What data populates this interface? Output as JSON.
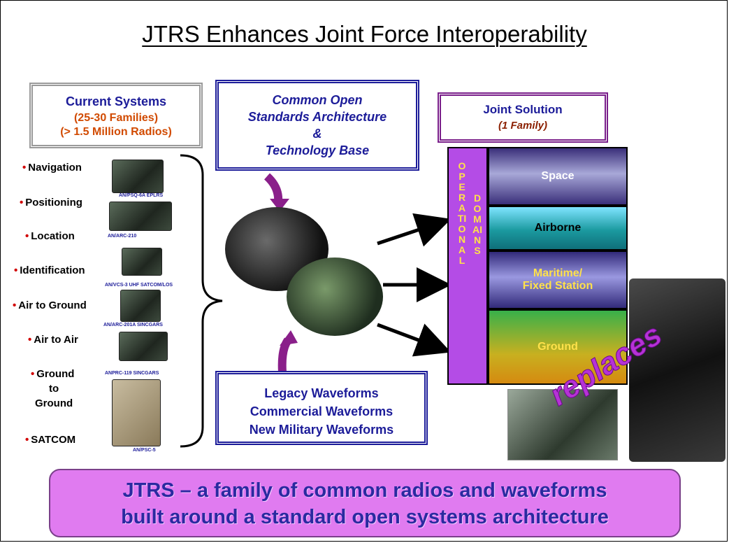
{
  "title": "JTRS Enhances Joint Force Interoperability",
  "current_systems": {
    "heading": "Current Systems",
    "line2": "(25-30 Families)",
    "line3": "(> 1.5 Million Radios)"
  },
  "system_types": [
    {
      "label": "Navigation"
    },
    {
      "label": "Positioning"
    },
    {
      "label": "Location"
    },
    {
      "label": "Identification"
    },
    {
      "label": "Air to Ground"
    },
    {
      "label": "Air to Air"
    },
    {
      "label": "Ground"
    },
    {
      "label": "to"
    },
    {
      "label": "Ground"
    },
    {
      "label": "SATCOM"
    }
  ],
  "radio_labels": [
    "AN/PSQ-6A EPLRS",
    "AN/ARC-210",
    "AN/VCS-3 UHF SATCOM/LOS",
    "AN/ARC-201A SINCGARS",
    "ANPRC-119 SINCGARS",
    "AN/PSC-5"
  ],
  "common_box": {
    "line1": "Common Open",
    "line2": "Standards Architecture",
    "line3": "&",
    "line4": "Technology Base"
  },
  "joint_box": {
    "line1": "Joint Solution",
    "line2": "(1 Family)"
  },
  "operational_text": "OPERATIONAL",
  "domains_text": "DOMAINS",
  "domains": [
    {
      "label": "Space"
    },
    {
      "label": "Airborne"
    },
    {
      "label": "Maritime/",
      "label2": "Fixed Station"
    },
    {
      "label": "Ground"
    }
  ],
  "legacy_box": {
    "line1": "Legacy Waveforms",
    "line2": "Commercial Waveforms",
    "line3": "New Military Waveforms"
  },
  "replaces": "replaces",
  "bottom_banner": {
    "line1": "JTRS – a family of common radios and waveforms",
    "line2": "built around a standard open systems architecture"
  },
  "colors": {
    "accent_blue": "#1c1c99",
    "accent_purple": "#b44ce6",
    "banner_bg": "#e07bf0",
    "bullet_red": "#d10000"
  }
}
